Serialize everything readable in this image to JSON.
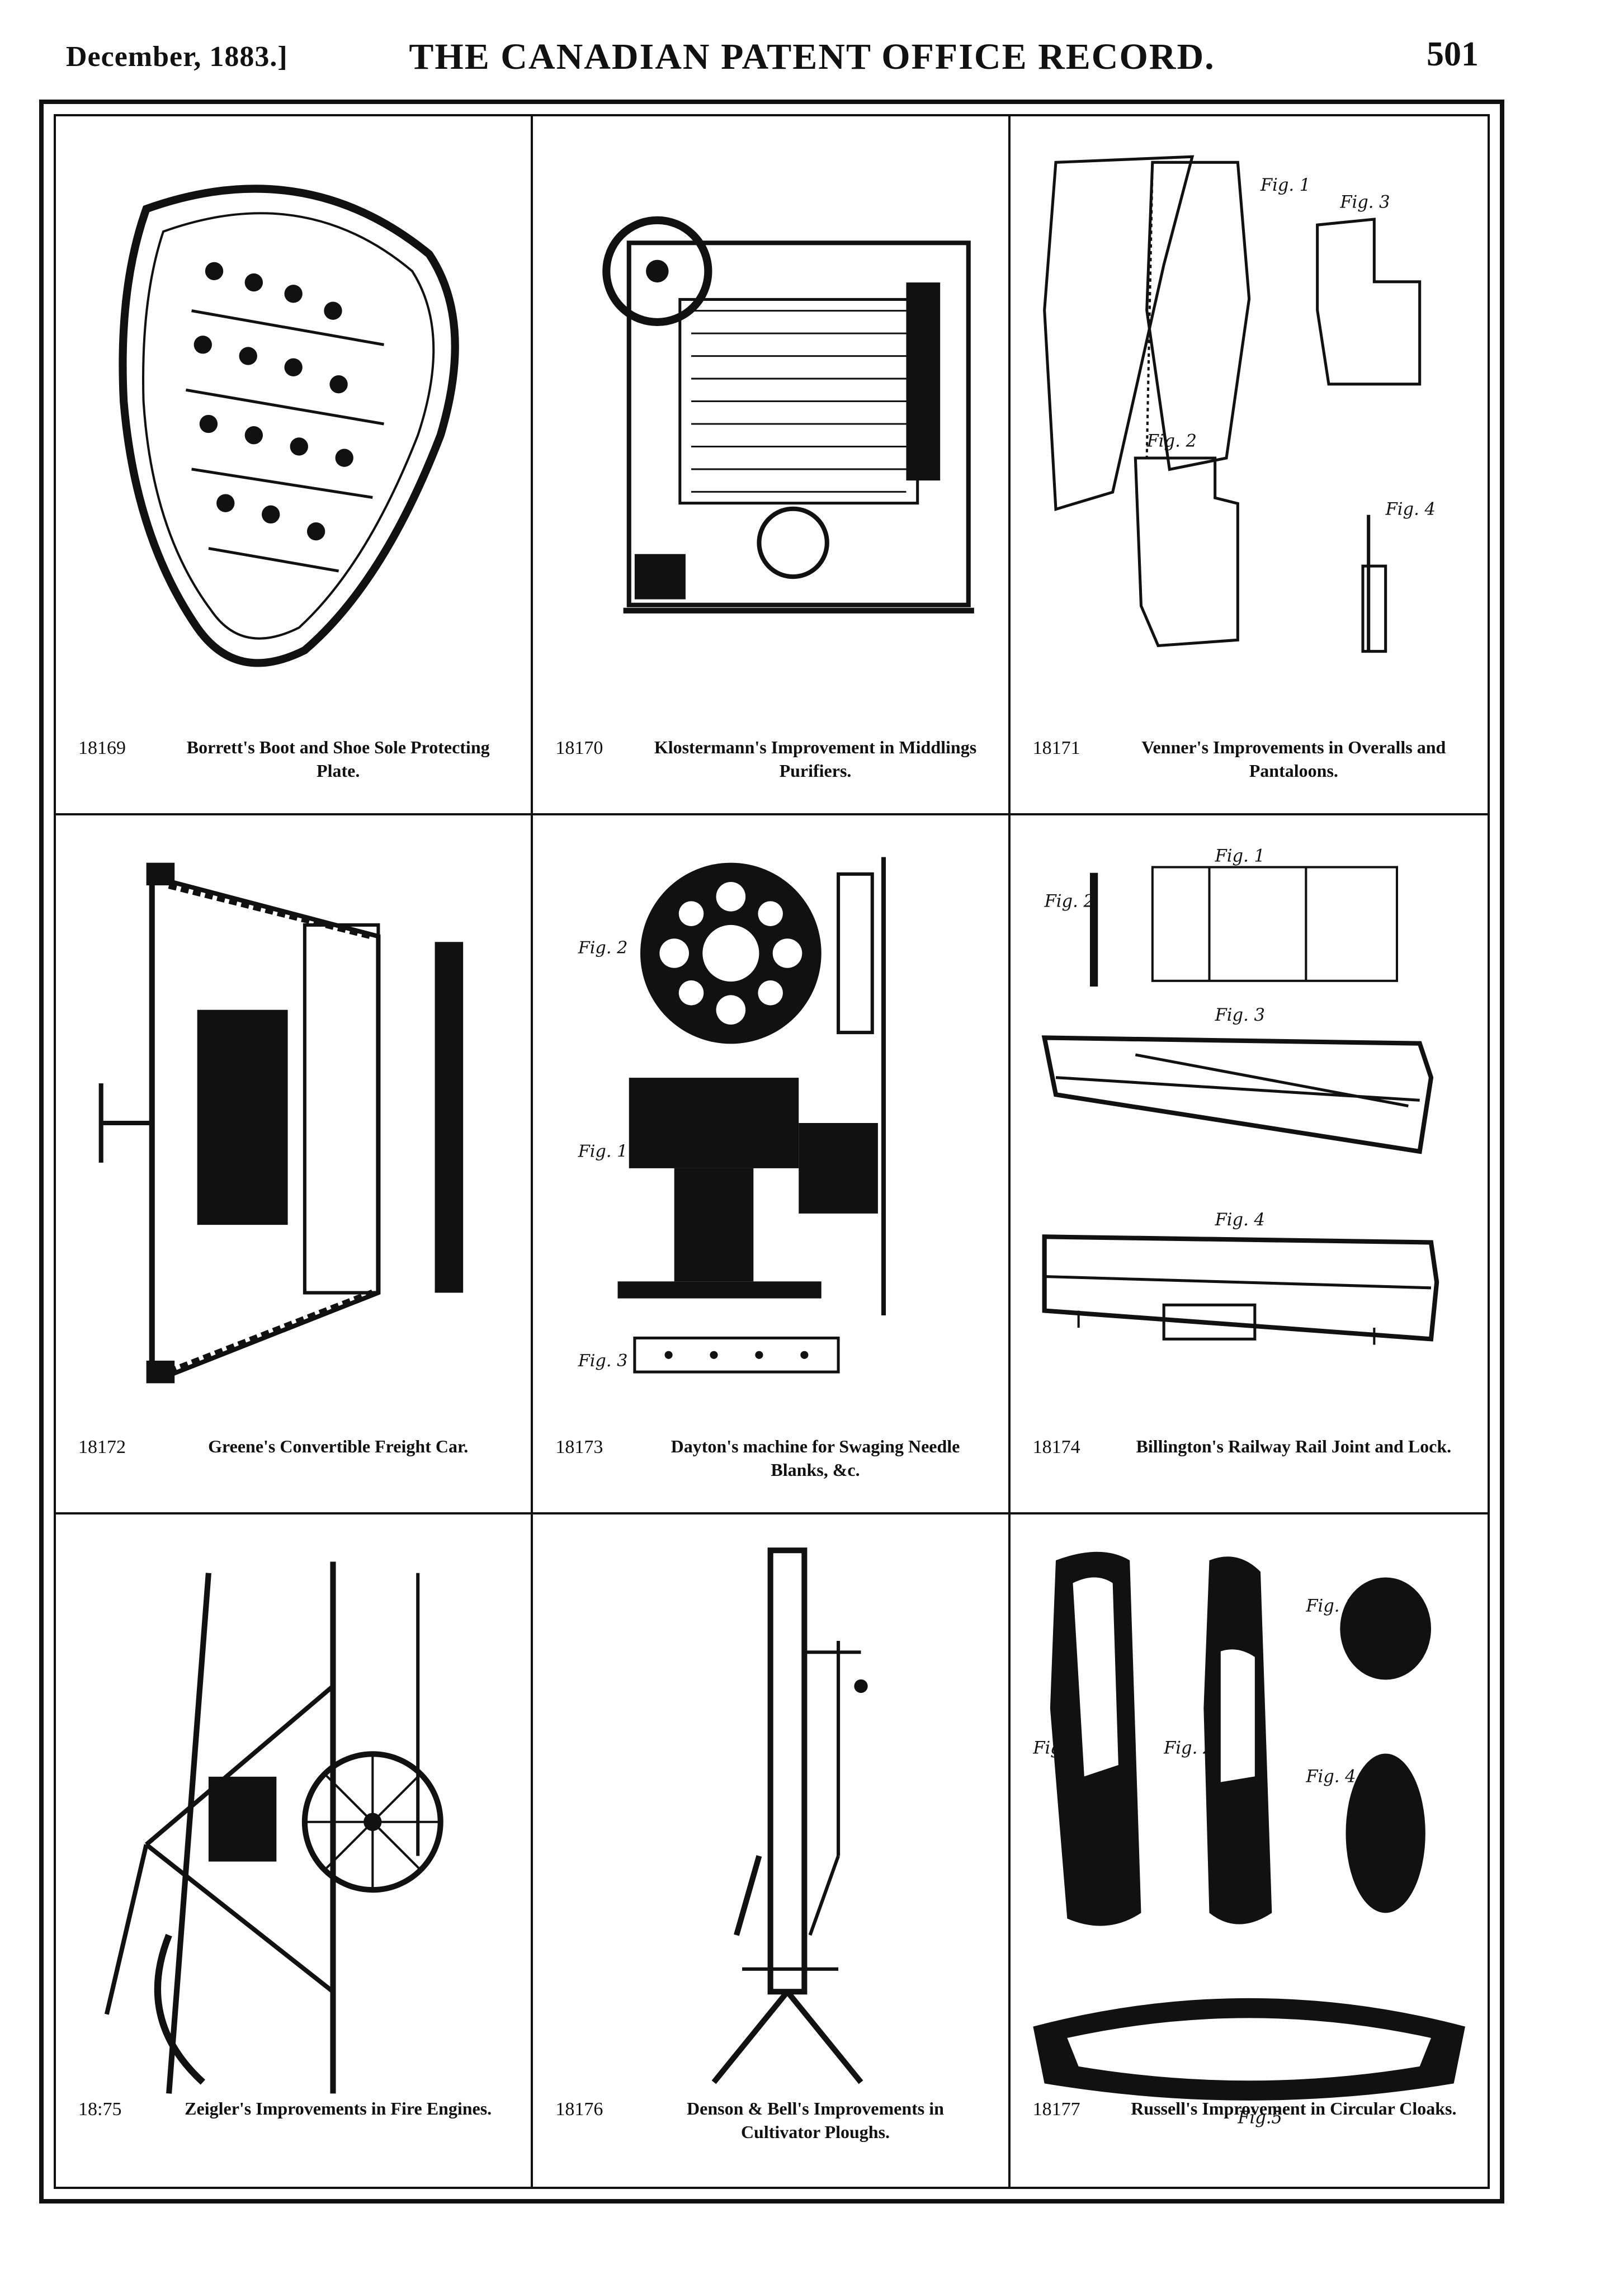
{
  "header": {
    "date": "December, 1883.]",
    "title": "THE CANADIAN PATENT OFFICE RECORD.",
    "page_number": "501"
  },
  "patents": [
    {
      "number": "18169",
      "title": "Borrett's Boot and Shoe Sole Protecting Plate."
    },
    {
      "number": "18170",
      "title": "Klostermann's Improvement in Middlings Purifiers."
    },
    {
      "number": "18171",
      "title": "Venner's Improvements in Overalls and Pantaloons."
    },
    {
      "number": "18172",
      "title": "Greene's Convertible Freight Car."
    },
    {
      "number": "18173",
      "title": "Dayton's machine for Swaging Needle Blanks, &c."
    },
    {
      "number": "18174",
      "title": "Billington's Railway Rail Joint and Lock."
    },
    {
      "number": "18:75",
      "title": "Zeigler's Improvements in Fire Engines."
    },
    {
      "number": "18176",
      "title": "Denson & Bell's Improvements in Cultivator Ploughs."
    },
    {
      "number": "18177",
      "title": "Russell's Improvement in Circular Cloaks."
    }
  ],
  "figure_labels": {
    "fig1": "Fig. 1",
    "fig2": "Fig. 2",
    "fig3": "Fig. 3",
    "fig4": "Fig. 4",
    "fig5": "Fig.5"
  }
}
